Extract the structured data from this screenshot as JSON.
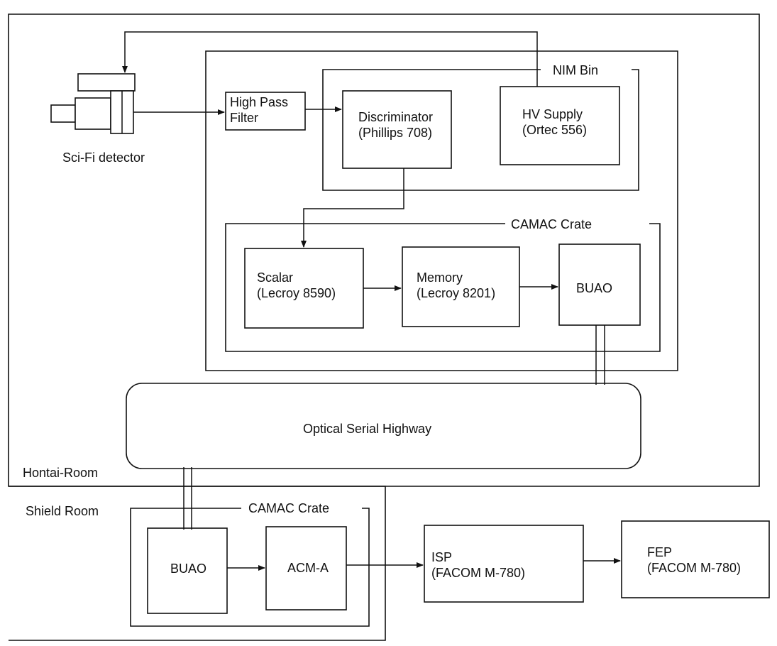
{
  "labels": {
    "detector": "Sci-Fi detector",
    "nim_bin": "NIM Bin",
    "camac_crate_top": "CAMAC Crate",
    "camac_crate_bottom": "CAMAC Crate",
    "hontai_room": "Hontai-Room",
    "shield_room": "Shield Room"
  },
  "blocks": {
    "hpf": [
      "High Pass",
      "Filter"
    ],
    "discriminator": [
      "Discriminator",
      "(Phillips 708)"
    ],
    "hv_supply": [
      "HV Supply",
      "(Ortec 556)"
    ],
    "scalar": [
      "Scalar",
      "(Lecroy 8590)"
    ],
    "memory": [
      "Memory",
      "(Lecroy 8201)"
    ],
    "buao_top": [
      "BUAO"
    ],
    "optical_highway": [
      "Optical Serial Highway"
    ],
    "buao_bottom": [
      "BUAO"
    ],
    "acm": [
      "ACM-A"
    ],
    "isp": [
      "ISP",
      "(FACOM M-780)"
    ],
    "fep": [
      "FEP",
      "(FACOM M-780)"
    ]
  },
  "colors": {
    "line": "#111111",
    "background": "#ffffff"
  }
}
